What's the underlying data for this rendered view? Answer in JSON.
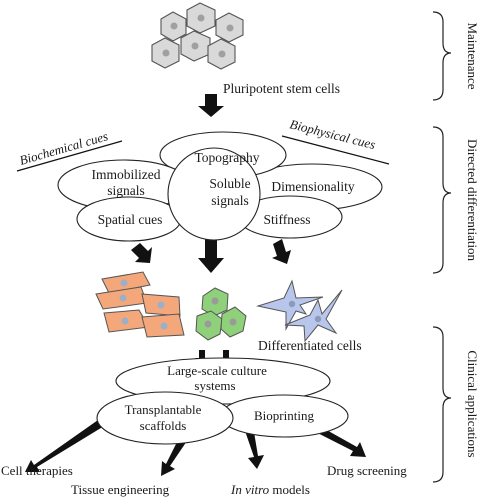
{
  "stem_cells": {
    "label": "Pluripotent stem cells"
  },
  "cues": {
    "biochemical_label": "Biochemical cues",
    "biophysical_label": "Biophysical cues",
    "topography": "Topography",
    "immobilized_line1": "Immobilized",
    "immobilized_line2": "signals",
    "soluble_line1": "Soluble",
    "soluble_line2": "signals",
    "dimensionality": "Dimensionality",
    "spatial": "Spatial cues",
    "stiffness": "Stiffness"
  },
  "differentiated": {
    "label": "Differentiated cells"
  },
  "culture": {
    "large_scale_line1": "Large-scale culture",
    "large_scale_line2": "systems",
    "transplantable_line1": "Transplantable",
    "transplantable_line2": "scaffolds",
    "bioprinting": "Bioprinting"
  },
  "outcomes": {
    "cell_therapies": "Cell therapies",
    "tissue_engineering": "Tissue engineering",
    "in_vitro_italic": "In vitro",
    "in_vitro_rest": " models",
    "drug_screening": "Drug screening"
  },
  "stages": {
    "maintenance": "Maintenance",
    "directed_differentiation": "Directed differentiation",
    "clinical_applications": "Clinical applications"
  },
  "colors": {
    "stem_cell_fill": "#d9d9d9",
    "orange_cell": "#f4a77a",
    "green_cell": "#8fd07a",
    "blue_cell": "#b9c6ec",
    "nucleus": "#a0a0a0"
  }
}
